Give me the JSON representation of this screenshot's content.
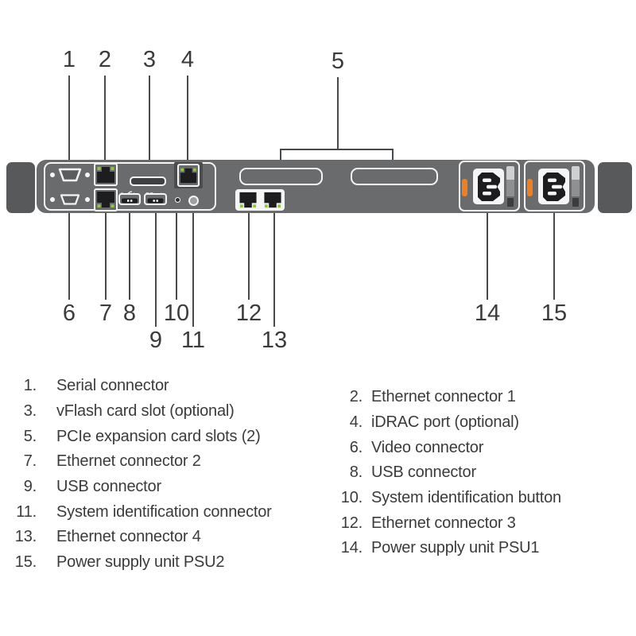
{
  "callouts": {
    "top": [
      "1",
      "2",
      "3",
      "4",
      "5"
    ],
    "bottom": [
      "6",
      "7",
      "8",
      "9",
      "10",
      "11",
      "12",
      "13",
      "14",
      "15"
    ]
  },
  "legend": {
    "left": [
      {
        "num": "1.",
        "label": "Serial connector"
      },
      {
        "num": "3.",
        "label": "vFlash card slot (optional)"
      },
      {
        "num": "5.",
        "label": "PCIe expansion card slots (2)"
      },
      {
        "num": "7.",
        "label": "Ethernet connector 2"
      },
      {
        "num": "9.",
        "label": "USB connector"
      },
      {
        "num": "11.",
        "label": "System identification connector"
      },
      {
        "num": "13.",
        "label": "Ethernet connector 4"
      },
      {
        "num": "15.",
        "label": "Power supply unit PSU2"
      }
    ],
    "right": [
      {
        "num": "2.",
        "label": "Ethernet connector 1"
      },
      {
        "num": "4.",
        "label": "iDRAC port (optional)"
      },
      {
        "num": "6.",
        "label": "Video connector"
      },
      {
        "num": "8.",
        "label": "USB connector"
      },
      {
        "num": "10.",
        "label": "System identification button"
      },
      {
        "num": "12.",
        "label": "Ethernet connector 3"
      },
      {
        "num": "14.",
        "label": "Power supply unit PSU1"
      }
    ]
  },
  "colors": {
    "chassis": "#6a6b6d",
    "ear": "#58595b",
    "outline": "#f5f5f5",
    "port_black": "#1d1d1f",
    "led_green": "#8dc63f",
    "orange": "#ee7f22",
    "idrac_bg": "#4b4c4e",
    "line": "#48494b",
    "text": "#3b3b3d"
  }
}
